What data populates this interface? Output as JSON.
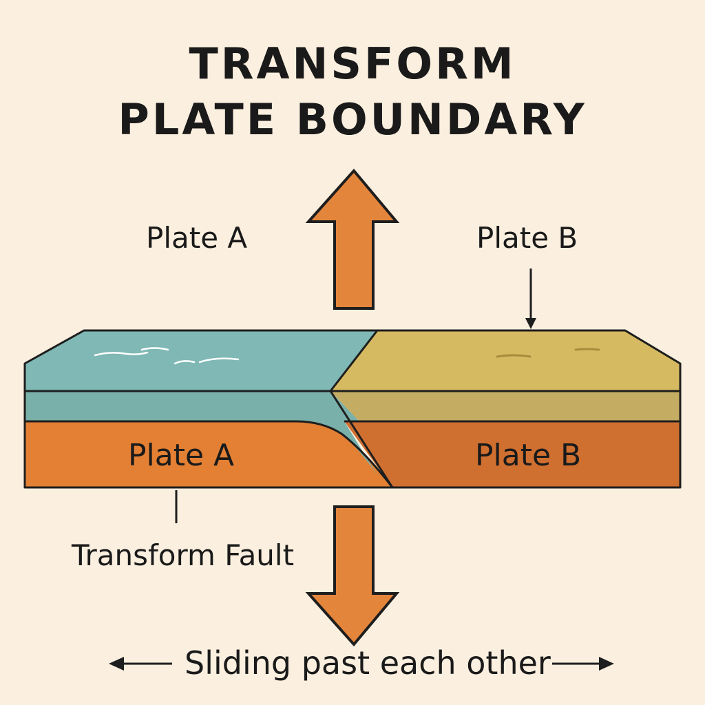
{
  "title": {
    "line1": "TRANSFORM",
    "line2": "PLATE BOUNDARY"
  },
  "labels": {
    "plate_a_top": "Plate A",
    "plate_b_top": "Plate B",
    "plate_a_block": "Plate A",
    "plate_b_block": "Plate B",
    "transform_fault": "Transform Fault",
    "caption": "Sliding past each other"
  },
  "colors": {
    "background": "#fbefdf",
    "ocean_surface": "#7fb8b5",
    "ocean_band": "#79b0aa",
    "land_surface": "#d6ba62",
    "land_band": "#c4ac62",
    "plate_a_crust": "#e38034",
    "plate_b_crust": "#cf6f30",
    "arrow": "#e4853c",
    "outline": "#1e1e1e"
  }
}
